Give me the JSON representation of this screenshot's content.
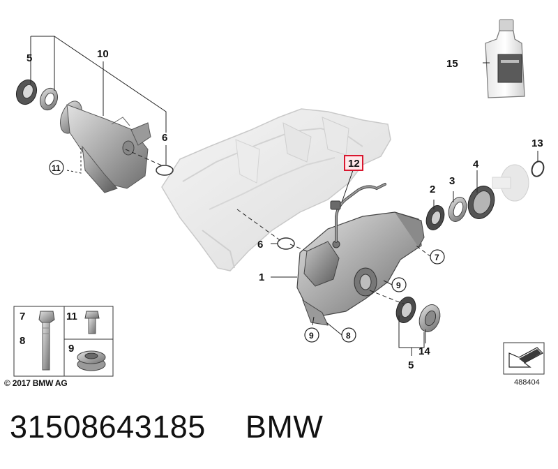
{
  "diagram": {
    "callouts": {
      "c1": "1",
      "c2": "2",
      "c3": "3",
      "c4": "4",
      "c5_top": "5",
      "c5_bottom": "5",
      "c6_upper": "6",
      "c6_mid": "6",
      "c7_right": "7",
      "c8_right": "8",
      "c9_right": "9",
      "c9_lower": "9",
      "c10": "10",
      "c11_left": "11",
      "c12": "12",
      "c13": "13",
      "c14": "14",
      "c15": "15"
    },
    "legend": {
      "l7": "7",
      "l8": "8",
      "l11": "11",
      "l9": "9"
    },
    "highlight_color": "#d9162e"
  },
  "footer": {
    "copyright": "© 2017 BMW AG",
    "image_number": "488404",
    "part_number": "31508643185",
    "brand": "BMW"
  }
}
